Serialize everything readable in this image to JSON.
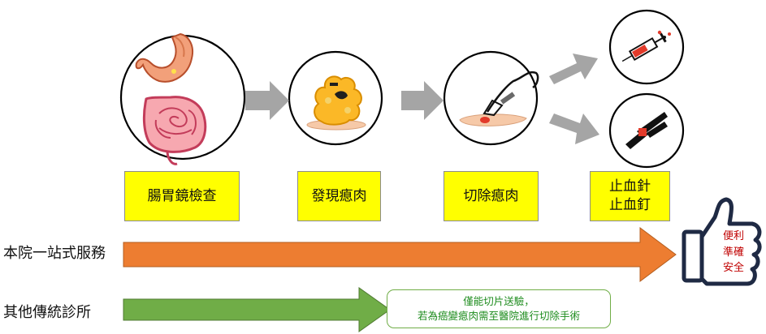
{
  "steps": [
    {
      "label": "腸胃鏡檢查",
      "icon": "stomach-colon-icon"
    },
    {
      "label": "發現瘜肉",
      "icon": "polyp-icon"
    },
    {
      "label": "切除瘜肉",
      "icon": "snare-icon"
    }
  ],
  "hemostasis": {
    "line1": "止血針",
    "line2": "止血釘",
    "icons": [
      "syringe-icon",
      "clip-icon"
    ]
  },
  "rows": {
    "our_hospital": "本院一站式服務",
    "traditional": "其他傳統診所"
  },
  "note": {
    "line1": "僅能切片送驗，",
    "line2": "若為癌變瘜肉需至醫院進行切除手術"
  },
  "thumb": {
    "line1": "便利",
    "line2": "準確",
    "line3": "安全"
  },
  "colors": {
    "orange_arrow": "#ed7d31",
    "green_arrow": "#70ad47",
    "gray_arrow": "#a5a5a5",
    "label_bg": "#ffff00",
    "thumb_text": "#c00000"
  }
}
